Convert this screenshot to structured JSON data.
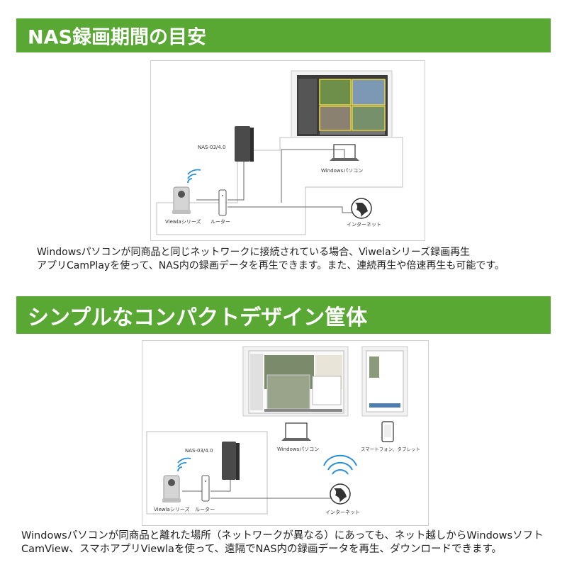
{
  "section1": {
    "title": "NAS録画期間の目安",
    "diagram": {
      "nas_label": "NAS-03/4.0",
      "pc_label": "Windowsパソコン",
      "camera_label": "Viewlaシリーズ",
      "router_label": "ルーター",
      "internet_label": "インターネット"
    },
    "description_line1": "Windowsパソコンが同商品と同じネットワークに接続されている場合、Viwelaシリーズ録画再生",
    "description_line2": "アプリCamPlayを使って、NAS内の録画データを再生できます。また、連続再生や倍速再生も可能です。"
  },
  "section2": {
    "title": "シンプルなコンパクトデザイン筐体",
    "diagram": {
      "nas_label": "NAS-03/4.0",
      "pc_label": "Windowsパソコン",
      "phone_label": "スマートフォン、タブレット",
      "camera_label": "Viewlaシリーズ",
      "router_label": "ルーター",
      "internet_label": "インターネット"
    },
    "description_line1": "Windowsパソコンが同商品と離れた場所（ネットワークが異なる）にあっても、ネット越しからWindowsソフト",
    "description_line2": "CamView、スマホアプリViewlaを使って、遠隔でNAS内の録画データを再生、ダウンロードできます。"
  },
  "colors": {
    "banner_green": "#5aa834",
    "wifi_blue": "#2a8fd6",
    "device_dark": "#4a4a4a",
    "screen_yellow": "#e8d84a"
  }
}
